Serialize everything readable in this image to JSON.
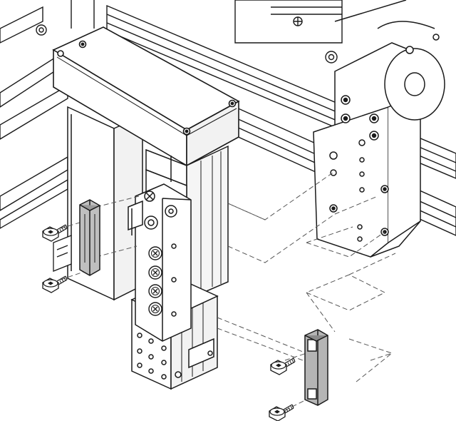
{
  "figure": {
    "kind": "exploded-assembly-line-drawing",
    "labels": [],
    "colors": {
      "background": "#ffffff",
      "line": "#1a1a1a",
      "light_fill": "#ffffff",
      "shade_fill": "#e6e6e6",
      "dark_fill": "#9a9a9a",
      "dashed_line": "#555555"
    },
    "parts": [
      "linear-rail-frame",
      "actuator-carriage-block",
      "vertical-slide-unit",
      "motor-housing",
      "mounting-plate",
      "bracket-left",
      "bracket-right",
      "mounting-screw",
      "cable-connector-bank",
      "assembly-guide-lines"
    ]
  }
}
